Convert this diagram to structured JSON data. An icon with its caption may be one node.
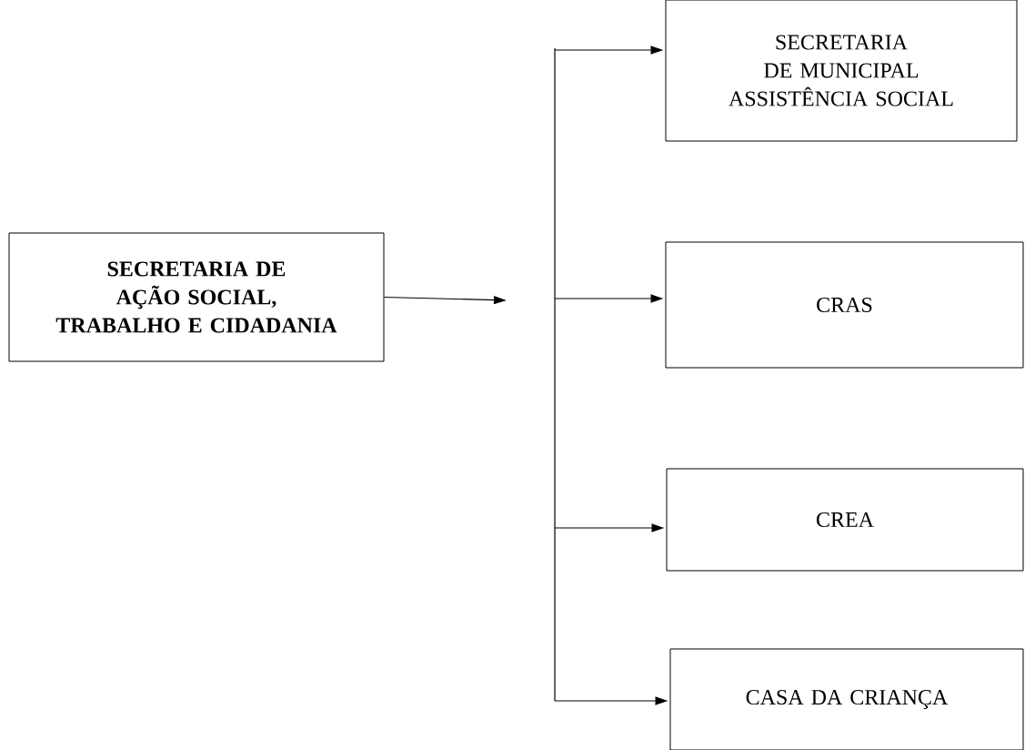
{
  "diagram": {
    "nodes": [
      {
        "text": [
          "SECRETARIA DE AÇÃO SOCIAL, TRABALHO E CIDADANIA"
        ]
      },
      {
        "text": [
          "SECRETARIA DE MUNICIPAL ASSISTÊNCIA SOCIAL"
        ]
      },
      {
        "text": [
          "CRAS"
        ]
      },
      {
        "text": [
          "CREA"
        ]
      },
      {
        "text": [
          "CASA DA CRIANÇA"
        ]
      }
    ],
    "edges": [
      {
        "from": 0,
        "to": null,
        "arrow": "to"
      },
      {
        "from": null,
        "to": 1,
        "arrow": "to"
      },
      {
        "from": null,
        "to": 2,
        "arrow": "to"
      },
      {
        "from": null,
        "to": 3,
        "arrow": "to"
      },
      {
        "from": null,
        "to": 4,
        "arrow": "to"
      }
    ]
  }
}
